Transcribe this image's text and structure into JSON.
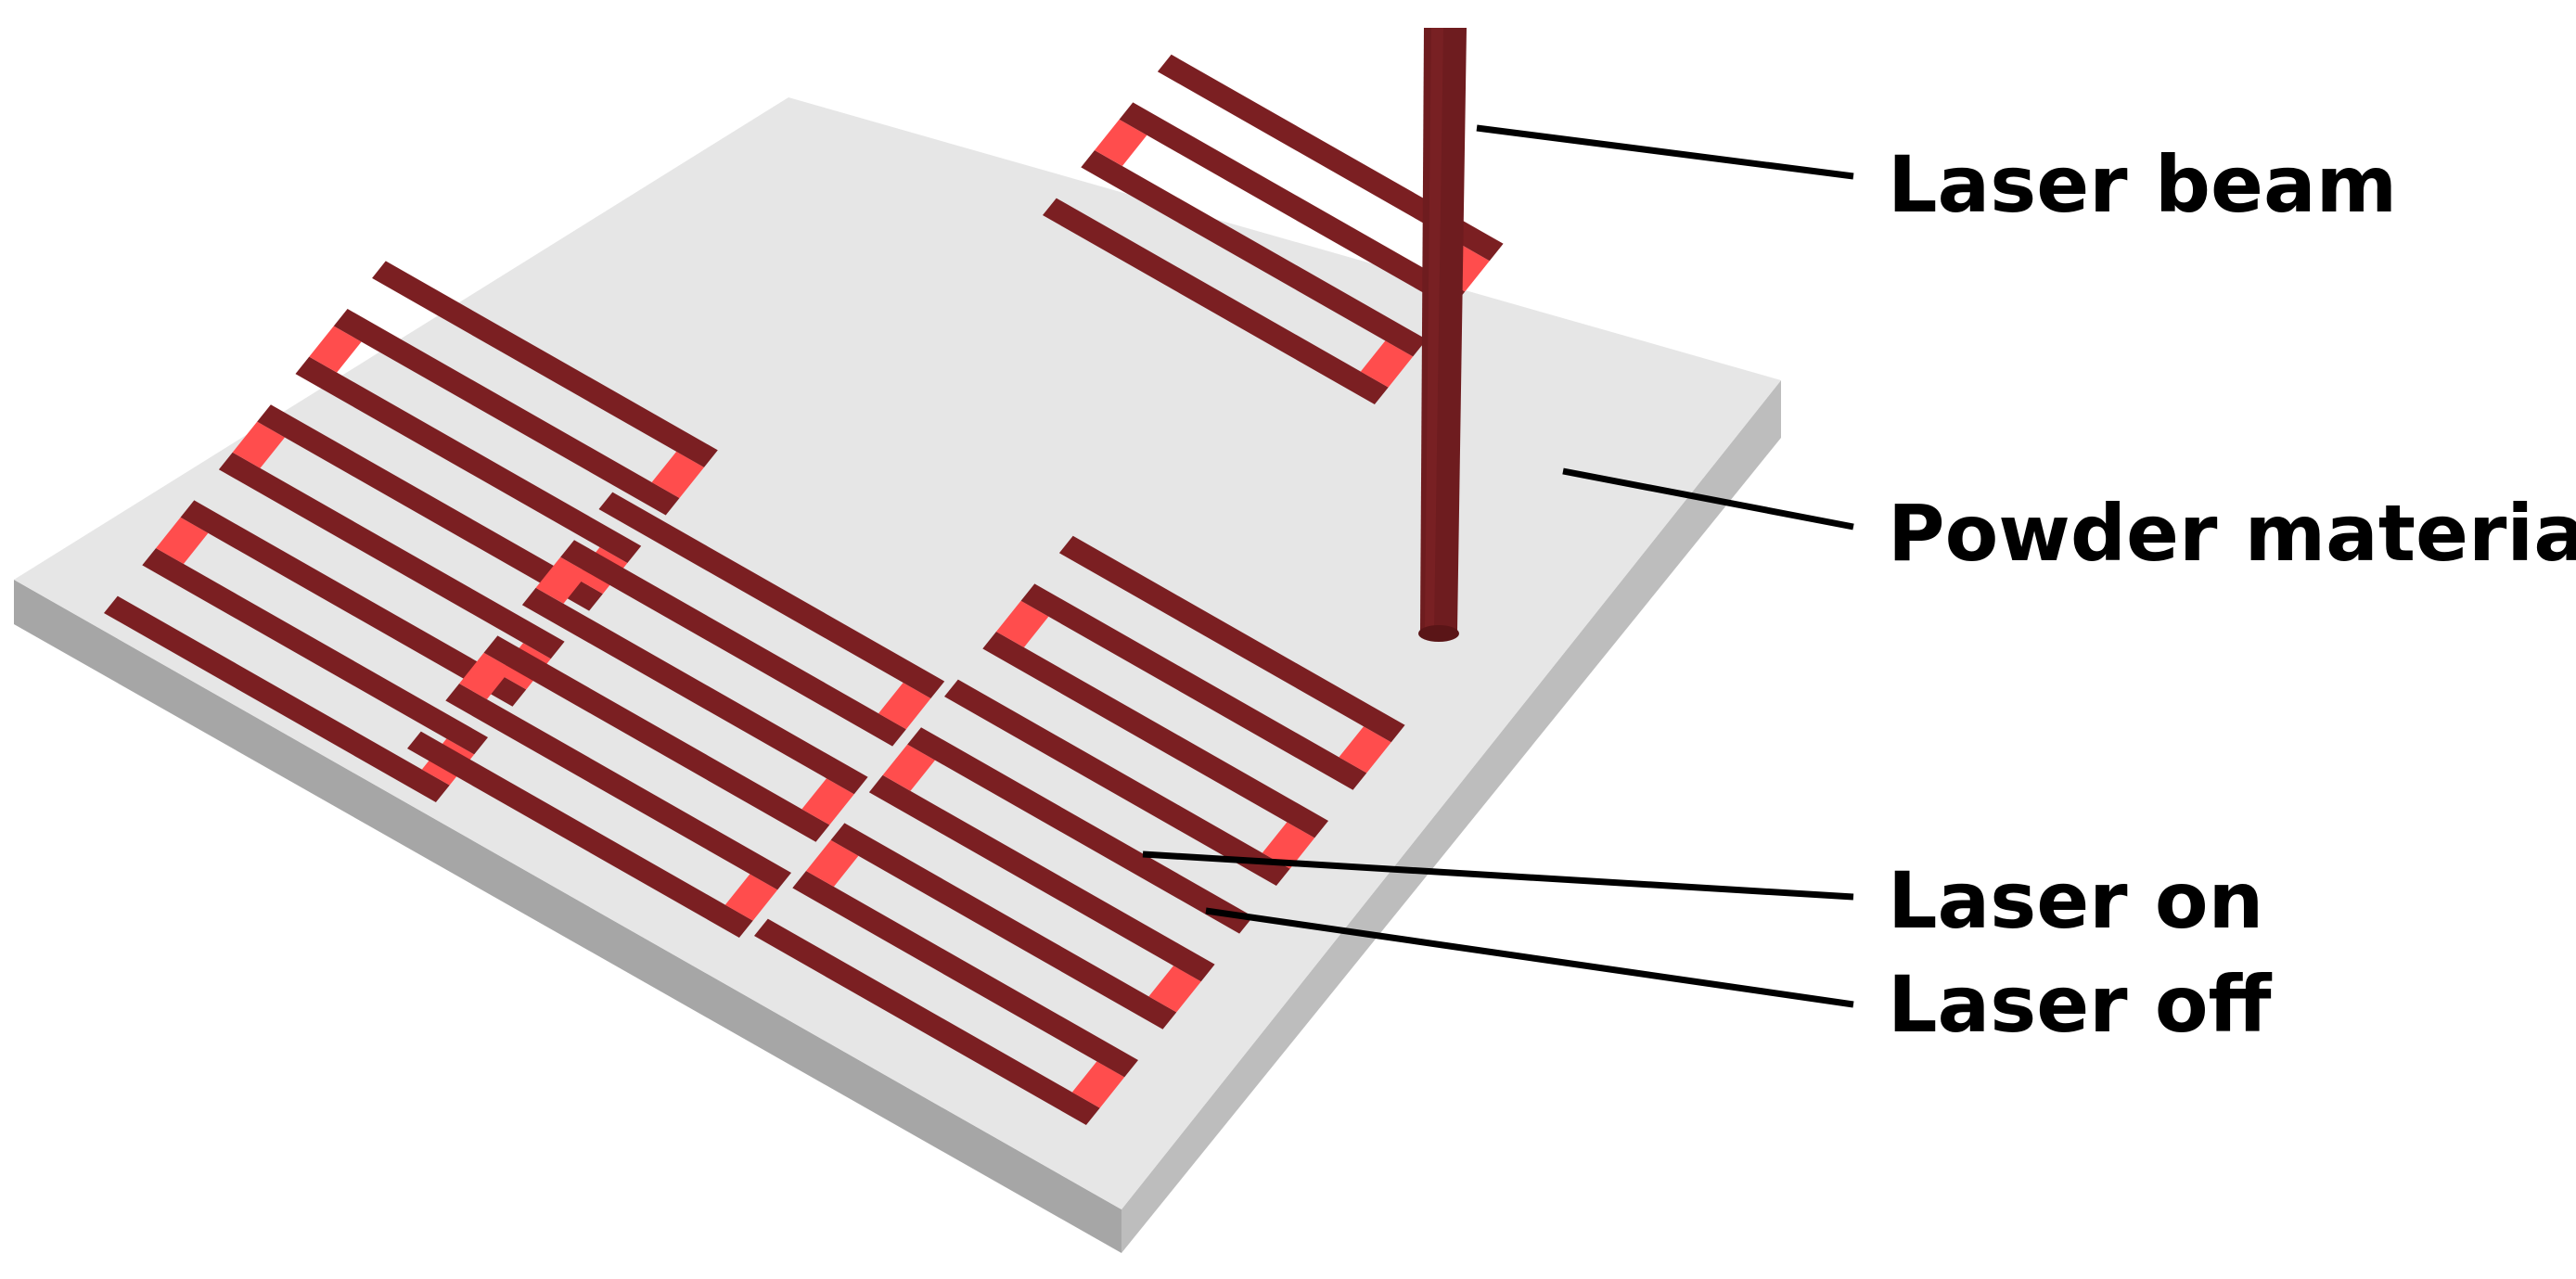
{
  "labels": {
    "laser_beam": "Laser beam",
    "powder_material": "Powder material",
    "laser_on": "Laser on",
    "laser_off": "Laser off"
  },
  "colors": {
    "plate_top": "#e6e6e6",
    "plate_front": "#a6a6a6",
    "plate_right": "#bdbdbd",
    "scan_on": "#7b1f22",
    "scan_off": "#ff4d4d",
    "beam": "#6e1c1f",
    "leader": "#000000"
  },
  "scan_pattern": {
    "islands": 5,
    "legs_per_island": 5,
    "island_counts": [
      8,
      6,
      5,
      4,
      4
    ]
  }
}
